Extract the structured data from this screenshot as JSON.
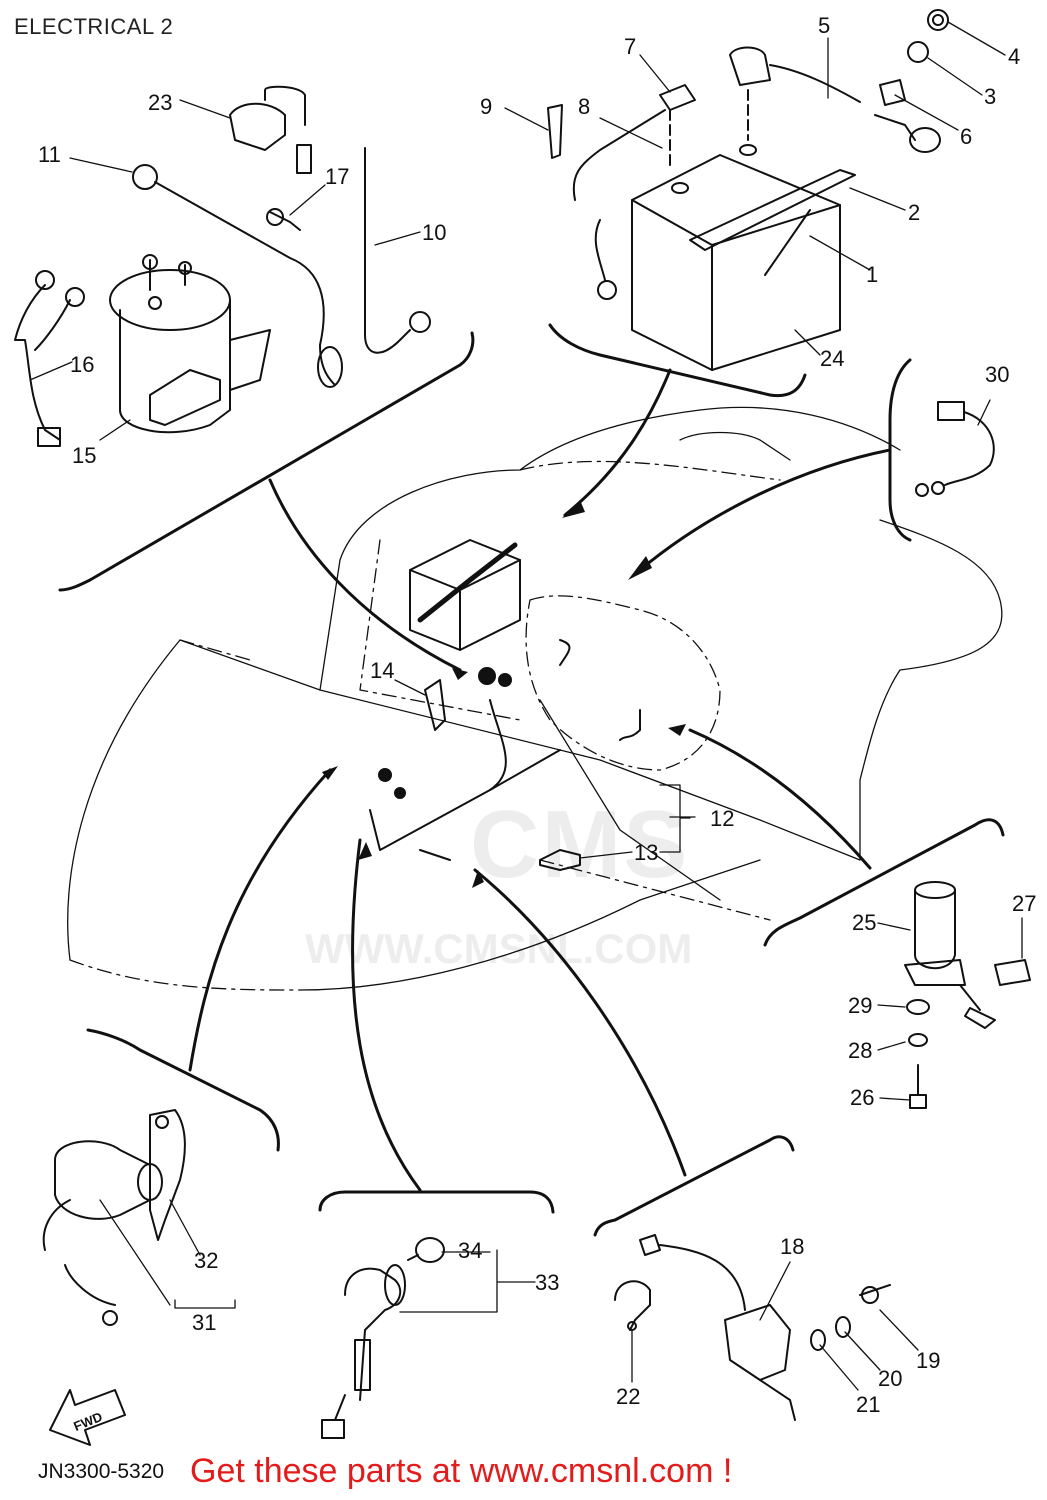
{
  "title": "ELECTRICAL 2",
  "diagram_code": "JN3300-5320",
  "promo_text": "Get these parts at www.cmsnl.com !",
  "watermark": {
    "brand": "CMS",
    "url": "WWW.CMSNL.COM"
  },
  "fwd_label": "FWD",
  "callouts": [
    "1",
    "2",
    "3",
    "4",
    "5",
    "6",
    "7",
    "8",
    "9",
    "10",
    "11",
    "12",
    "13",
    "14",
    "15",
    "16",
    "17",
    "18",
    "19",
    "20",
    "21",
    "22",
    "23",
    "24",
    "25",
    "26",
    "27",
    "28",
    "29",
    "30",
    "31",
    "32",
    "33",
    "34"
  ]
}
